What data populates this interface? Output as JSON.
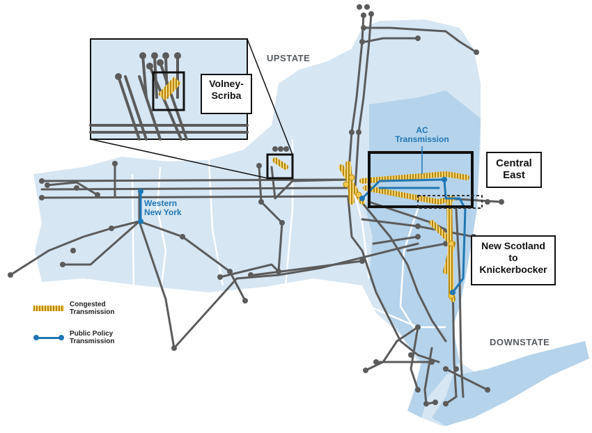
{
  "regions": {
    "upstate": "UPSTATE",
    "downstate": "DOWNSTATE"
  },
  "labels": {
    "ac_transmission": "AC\nTransmission",
    "western_new_york": "Western\nNew York"
  },
  "callouts": {
    "volney_scriba": "Volney-\nScriba",
    "central_east": "Central\nEast",
    "new_scotland": "New Scotland\nto\nKnickerbocker"
  },
  "legend": {
    "congested": "Congested\nTransmission",
    "public_policy": "Public Policy\nTransmission"
  },
  "colors": {
    "state_fill": "#d6e6f3",
    "region_fill": "#b5d3ea",
    "line": "#5b5b5b",
    "congested": "#f2c94c",
    "public_policy": "#1f77b4"
  }
}
